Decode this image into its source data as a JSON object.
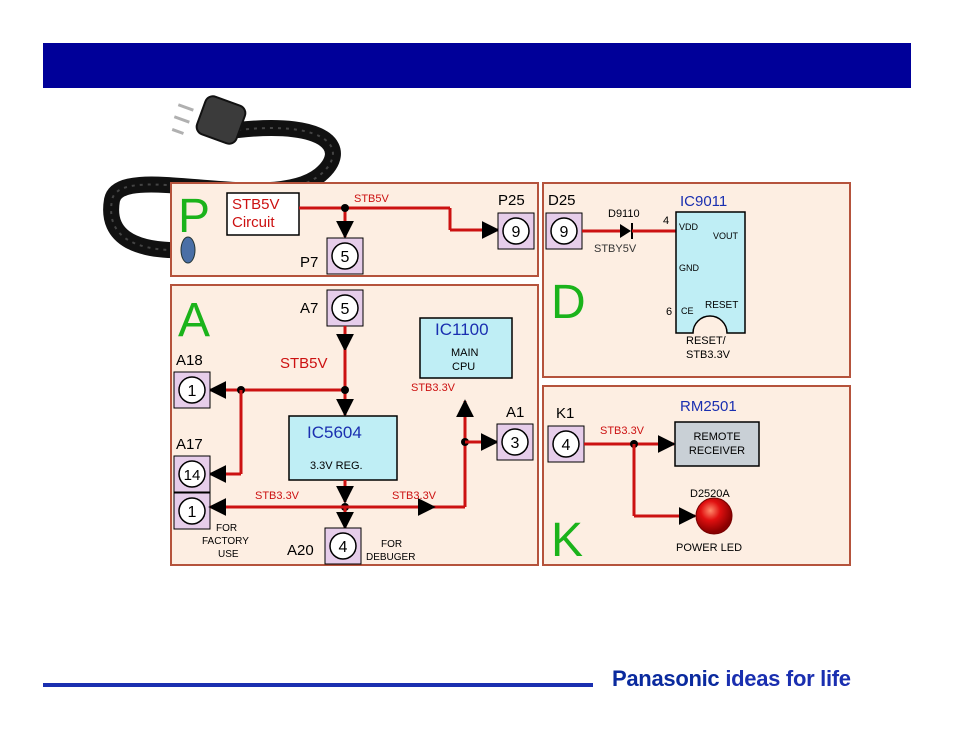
{
  "panels": {
    "P": {
      "letter": "P",
      "circuit_label_1": "STB5V",
      "circuit_label_2": "Circuit",
      "wire_label": "STB5V"
    },
    "A": {
      "letter": "A",
      "stb5v_label": "STB5V",
      "stb33_left": "STB3.3V",
      "stb33_right": "STB3.3V",
      "stb33_up": "STB3.3V",
      "factory_1": "FOR",
      "factory_2": "FACTORY",
      "factory_3": "USE",
      "debug_1": "FOR",
      "debug_2": "DEBUGER"
    },
    "D": {
      "letter": "D",
      "diode": "D9110",
      "stby": "STBY5V",
      "pin4": "4",
      "pin6": "6"
    },
    "K": {
      "letter": "K",
      "stb33": "STB3.3V"
    }
  },
  "connectors": {
    "P25": {
      "name": "P25",
      "pin": "9"
    },
    "P7": {
      "name": "P7",
      "pin": "5"
    },
    "D25": {
      "name": "D25",
      "pin": "9"
    },
    "A7": {
      "name": "A7",
      "pin": "5"
    },
    "A18": {
      "name": "A18",
      "pin": "1"
    },
    "A17": {
      "name": "A17",
      "pin": "14"
    },
    "A17b": {
      "pin": "1"
    },
    "A1": {
      "name": "A1",
      "pin": "3"
    },
    "A20": {
      "name": "A20",
      "pin": "4"
    },
    "K1": {
      "name": "K1",
      "pin": "4"
    }
  },
  "ics": {
    "IC1100": {
      "name": "IC1100",
      "line1": "MAIN",
      "line2": "CPU"
    },
    "IC5604": {
      "name": "IC5604",
      "sub": "3.3V REG."
    },
    "IC9011": {
      "name": "IC9011",
      "vdd": "VDD",
      "vout": "VOUT",
      "gnd": "GND",
      "ce": "CE",
      "reset_pin": "RESET",
      "out1": "RESET/",
      "out2": "STB3.3V"
    },
    "RM2501": {
      "name": "RM2501",
      "line1": "REMOTE",
      "line2": "RECEIVER"
    },
    "D2520A": {
      "name": "D2520A",
      "caption": "POWER LED"
    }
  },
  "brand": {
    "name": "Panasonic",
    "tagline": "ideas for life"
  },
  "colors": {
    "wire": "#cc1111",
    "header": "#000099",
    "panel_fill": "#fdeee2",
    "panel_border": "#b5533c",
    "connector_fill": "#e6cdea",
    "ic_fill": "#bfeef5",
    "brand": "#0a2a9e",
    "letter_green": "#1bb31b"
  }
}
